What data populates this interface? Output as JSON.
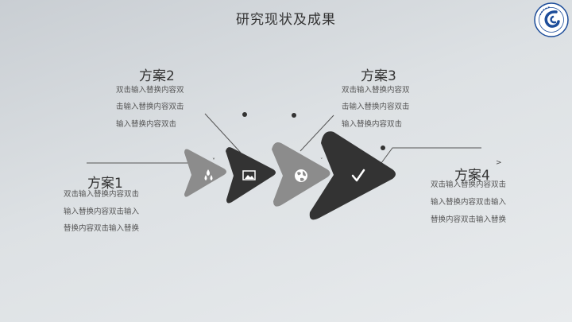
{
  "slide": {
    "title": "研究现状及成果"
  },
  "logo": {
    "icon": "university-seal-icon",
    "primary_color": "#1d4d9a"
  },
  "plans": [
    {
      "title": "方案1",
      "lines": [
        "双击输入替换内容双击",
        "输入替换内容双击输入",
        "替换内容双击输入替换"
      ]
    },
    {
      "title": "方案2",
      "lines": [
        "双击输入替换内容双",
        "击输入替换内容双击",
        "输入替换内容双击"
      ]
    },
    {
      "title": "方案3",
      "lines": [
        "双击输入替换内容双",
        "击输入替换内容双击",
        "输入替换内容双击"
      ]
    },
    {
      "title": "方案4",
      "lines": [
        "双击输入替换内容双击",
        "输入替换内容双击输入",
        "替换内容双击输入替换"
      ]
    }
  ],
  "steps": [
    {
      "icon": "water-drops-icon",
      "color": "#8c8c8c"
    },
    {
      "icon": "image-icon",
      "color": "#333333"
    },
    {
      "icon": "globe-icon",
      "color": "#8c8c8c"
    },
    {
      "icon": "checkmark-icon",
      "color": "#333333"
    }
  ],
  "marks": {
    "small_v": "˅",
    "small_gt": ">"
  }
}
